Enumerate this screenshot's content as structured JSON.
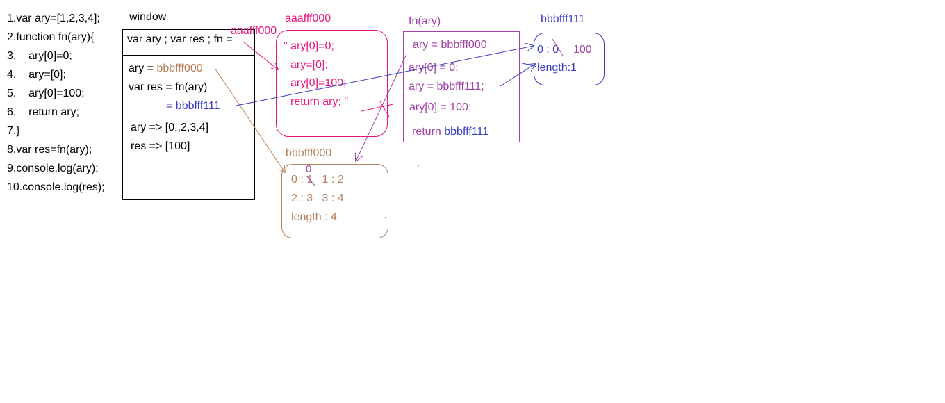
{
  "code_lines": [
    "1.var ary=[1,2,3,4];",
    "2.function fn(ary){",
    "3.    ary[0]=0;",
    "4.    ary=[0];",
    "5.    ary[0]=100;",
    "6.    return ary;",
    "7.}",
    "8.var res=fn(ary);",
    "9.console.log(ary);",
    "10.console.log(res);"
  ],
  "window": {
    "title": "window",
    "declaration": "var ary ; var res ; fn =",
    "ary_label": "ary = ",
    "ary_value": "bbbfff000",
    "res_label": "var res = fn(ary)",
    "res_value": "= bbbfff111",
    "output_ary": "ary  => [0,,2,3,4]",
    "output_res": "res  => [100]"
  },
  "fn_heap": {
    "address": "aaafff000",
    "address_tag": "aaafff000",
    "body_lines": [
      "\" ary[0]=0;",
      "ary=[0];",
      "ary[0]=100;",
      "return ary; \""
    ]
  },
  "array_heap_1": {
    "address": "bbbfff000",
    "overwrite": "0",
    "row1": "0 : 1   1 : 2",
    "row2": "2 : 3   3 : 4",
    "row3": "length : 4"
  },
  "fn_scope": {
    "title": "fn(ary)",
    "param": "ary = bbbfff000",
    "line1": "ary[0] = 0;",
    "line2": "ary = bbbfff111;",
    "line3": "ary[0] = 100;",
    "return_prefix": "return ",
    "return_value": "bbbfff111"
  },
  "array_heap_2": {
    "address": "bbbfff111",
    "row1_key": "0 : 0",
    "row1_new": "100",
    "row2": "length:1"
  },
  "colors": {
    "pink": "#e8147c",
    "brown": "#b5805a",
    "blue": "#3a3ec0",
    "purple": "#a040a8",
    "black": "#000000"
  }
}
